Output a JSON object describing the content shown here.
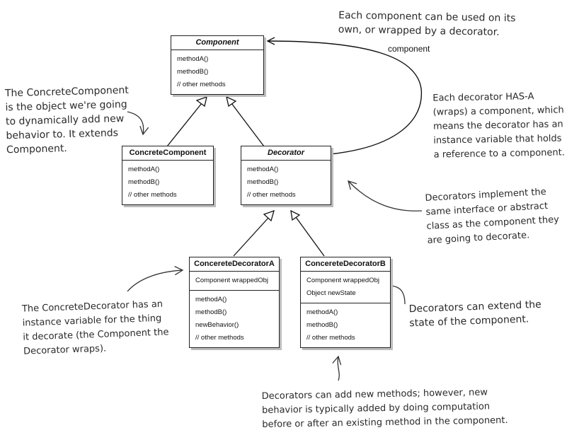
{
  "classes": {
    "component": {
      "name": "Component",
      "methods": [
        "methodA()",
        "methodB()",
        "// other methods"
      ]
    },
    "concrete_component": {
      "name": "ConcreteComponent",
      "methods": [
        "methodA()",
        "methodB()",
        "// other methods"
      ]
    },
    "decorator": {
      "name": "Decorator",
      "methods": [
        "methodA()",
        "methodB()",
        "// other methods"
      ]
    },
    "concrete_decorator_a": {
      "name": "ConcereteDecoratorA",
      "fields": [
        "Component wrappedObj"
      ],
      "methods": [
        "methodA()",
        "methodB()",
        "newBehavior()",
        "// other methods"
      ]
    },
    "concrete_decorator_b": {
      "name": "ConcereteDecoratorB",
      "fields": [
        "Component wrappedObj",
        "Object newState"
      ],
      "methods": [
        "methodA()",
        "methodB()",
        "// other methods"
      ]
    }
  },
  "association_label": "component",
  "notes": {
    "top": [
      "Each component can be used on its",
      "own, or wrapped by a decorator."
    ],
    "concrete_component": [
      "The ConcreteComponent",
      "is the object we're going",
      "to dynamically add new",
      "behavior to. It extends",
      "Component."
    ],
    "has_a": [
      "Each decorator HAS-A",
      "(wraps) a component, which",
      "means the decorator has an",
      "instance variable that holds",
      "a reference to a component."
    ],
    "implement": [
      "Decorators implement the",
      "same interface or abstract",
      "class as the component they",
      "are going to decorate."
    ],
    "concrete_decorator": [
      "The ConcreteDecorator has an",
      "instance variable for the thing",
      "it decorate (the Component the",
      "Decorator wraps)."
    ],
    "extend_state": [
      "Decorators can extend the",
      "state of the component."
    ],
    "new_methods": [
      "Decorators can add new methods; however, new",
      "behavior is typically added by doing computation",
      "before or after an existing method in the component."
    ]
  }
}
